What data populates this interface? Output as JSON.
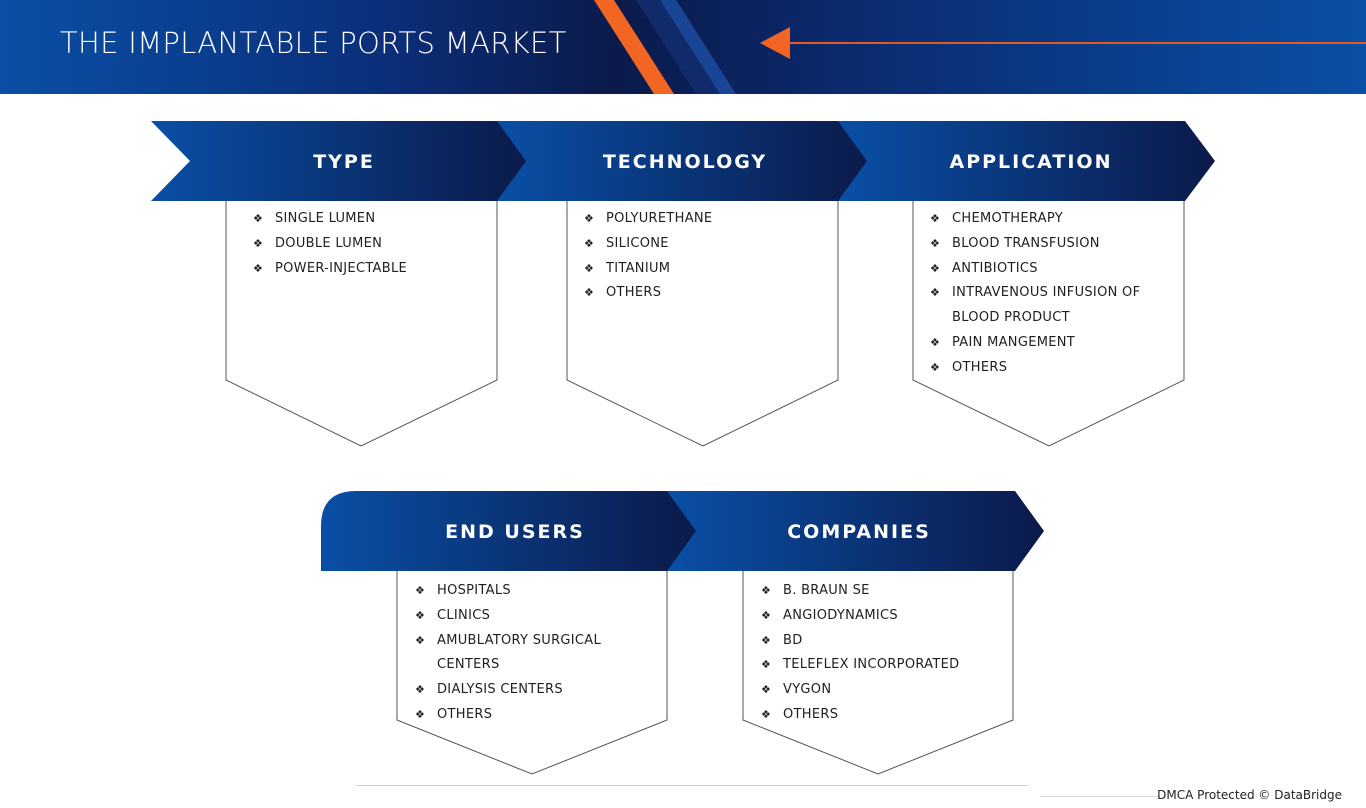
{
  "header": {
    "title": "THE IMPLANTABLE PORTS MARKET"
  },
  "segments": [
    {
      "title": "TYPE",
      "items": [
        "SINGLE LUMEN",
        "DOUBLE LUMEN",
        "POWER-INJECTABLE"
      ]
    },
    {
      "title": "TECHNOLOGY",
      "items": [
        "POLYURETHANE",
        "SILICONE",
        "TITANIUM",
        "OTHERS"
      ]
    },
    {
      "title": "APPLICATION",
      "items": [
        "CHEMOTHERAPY",
        "BLOOD TRANSFUSION",
        "ANTIBIOTICS",
        "INTRAVENOUS INFUSION OF BLOOD PRODUCT",
        "PAIN MANGEMENT",
        "OTHERS"
      ]
    },
    {
      "title": "END USERS",
      "items": [
        "HOSPITALS",
        "CLINICS",
        "AMUBLATORY SURGICAL CENTERS",
        "DIALYSIS CENTERS",
        "OTHERS"
      ]
    },
    {
      "title": "COMPANIES",
      "items": [
        "B. BRAUN SE",
        "ANGIODYNAMICS",
        "BD",
        "TELEFLEX INCORPORATED",
        "VYGON",
        "OTHERS"
      ]
    }
  ],
  "footer": {
    "credit": "DMCA Protected © DataBridge"
  },
  "colors": {
    "dark_navy": "#0b1a4a",
    "royal_blue": "#0a4fa6",
    "accent_orange": "#f26522"
  }
}
